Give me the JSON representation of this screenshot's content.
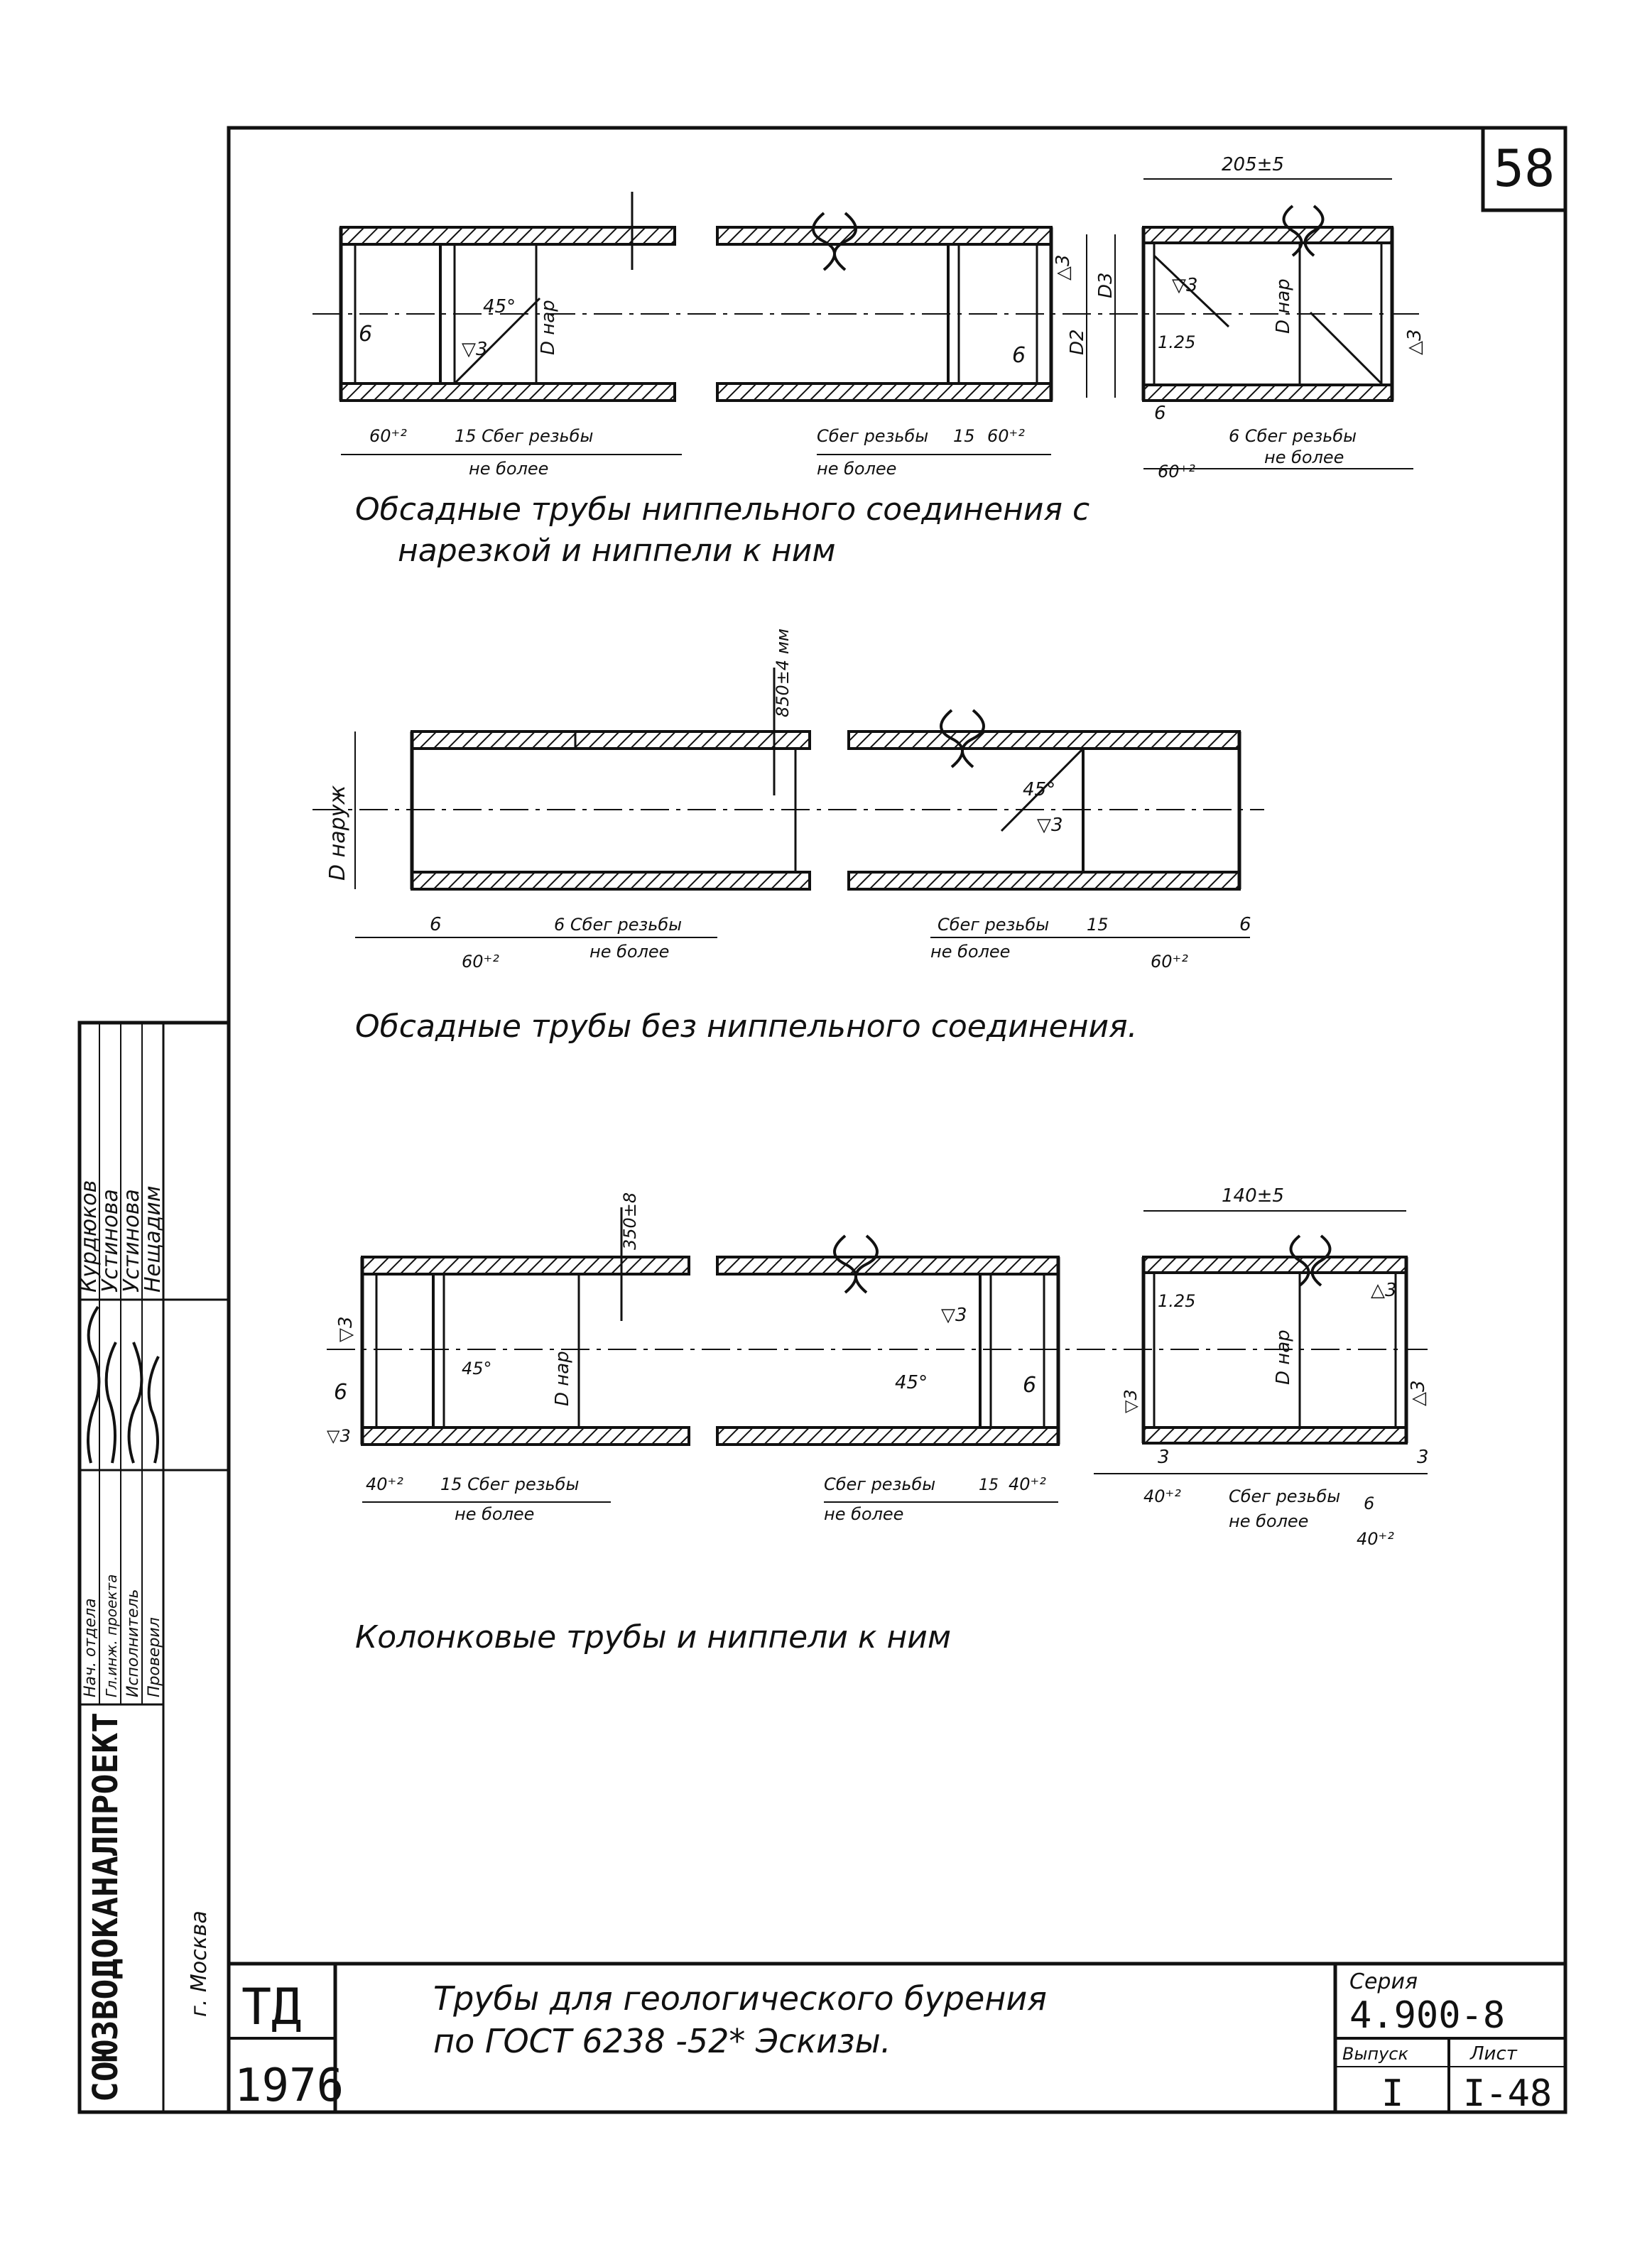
{
  "sheet": {
    "page_number": "58",
    "caption1_line1": "Обсадные трубы ниппельного соединения с",
    "caption1_line2": "нарезкой и ниппели к ним",
    "caption2": "Обсадные трубы без ниппельного соединения.",
    "caption3": "Колонковые трубы и ниппели к ним"
  },
  "fig1": {
    "dim_60": "60⁺²",
    "dim_15_runout": "15 Сбег резьбы",
    "ne_bolee": "не более",
    "runout": "Сбег резьбы",
    "dim_15": "15",
    "dim_60b": "60⁺²",
    "dim_6": "6",
    "angle_45": "45°",
    "rough_3": "▽3",
    "d_nar": "D нар",
    "d2": "D2",
    "d3": "D3",
    "tri3": "△3",
    "dim_205": "205±5",
    "dim_125": "1.25",
    "dim_6_runout": "6 Сбег резьбы"
  },
  "fig2": {
    "d_naruzh": "D наруж",
    "dim_850": "850±4 мм",
    "dim_6": "6",
    "dim_60": "60⁺²",
    "runout_6": "6 Сбег резьбы",
    "ne_bolee": "не более",
    "runout": "Сбег резьбы",
    "dim_15": "15",
    "angle_45": "45°",
    "rough_3": "▽3"
  },
  "fig3": {
    "dim_140": "140±5",
    "dim_350": "350±8",
    "dim_40": "40⁺²",
    "runout_15": "15 Сбег резьбы",
    "ne_bolee": "не более",
    "runout": "Сбег резьбы",
    "dim_15": "15",
    "angle_45": "45°",
    "rough_3": "▽3",
    "d_nar": "D нар",
    "dim_6": "6",
    "dim_3": "3",
    "dim_125": "1.25",
    "tri3": "△3"
  },
  "stamp": {
    "org": "СОЮЗВОДОКАНАЛПРОЕКТ",
    "city": "г. Москва",
    "roles": [
      "Нач. отдела",
      "Гл.инж. проекта",
      "Исполнитель",
      "Проверил"
    ],
    "names": [
      "Курдюков",
      "Устинова",
      "Устинова",
      "Нещадим"
    ],
    "td": "ТД",
    "year": "1976",
    "title_line1": "Трубы для геологического бурения",
    "title_line2": "по ГОСТ  6238 -52*   Эскизы.",
    "seria_label": "Серия",
    "seria": "4.900-8",
    "vypusk_label": "Выпуск",
    "vypusk": "I",
    "list_label": "Лист",
    "list": "I-48"
  }
}
